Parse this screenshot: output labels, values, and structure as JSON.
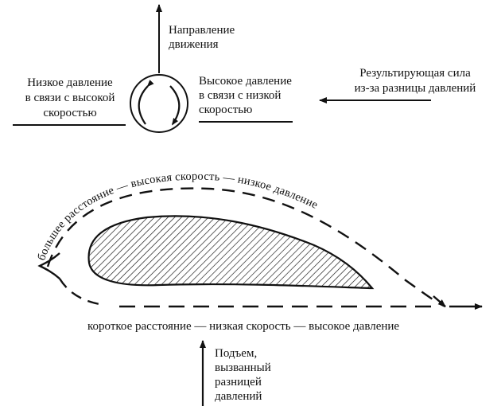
{
  "cylinder": {
    "movement_direction": [
      "Направление",
      "движения"
    ],
    "low_pressure_left": [
      "Низкое давление",
      "в связи с высокой",
      "скоростью"
    ],
    "high_pressure_right": [
      "Высокое давление",
      "в связи с низкой",
      "скоростью"
    ],
    "resulting_force": [
      "Результирующая сила",
      "из-за разницы давлений"
    ]
  },
  "airfoil": {
    "upper_path_label": "большее расстояние — высокая скорость — низкое давление",
    "lower_path_label": "короткое расстояние — низкая скорость — высокое давление",
    "lift_label": [
      "Подъем,",
      "вызванный",
      "разницей",
      "давлений"
    ]
  },
  "colors": {
    "ink": "#111111",
    "background": "#ffffff"
  }
}
